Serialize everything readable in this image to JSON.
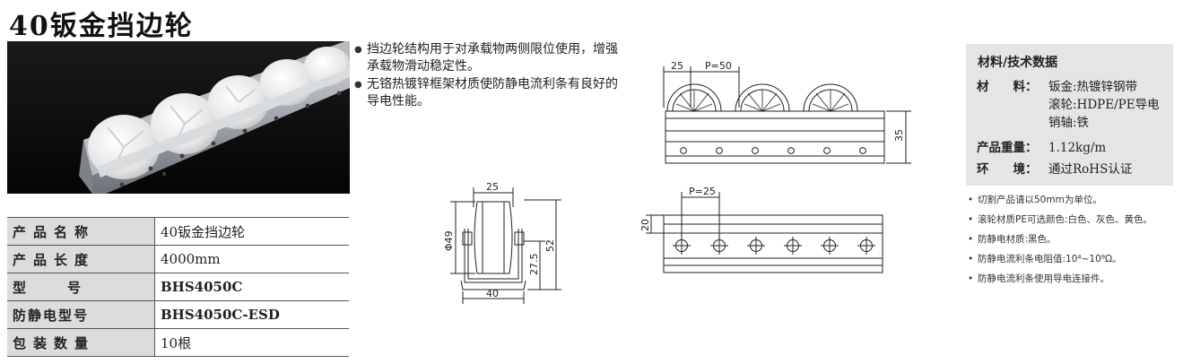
{
  "title": "40钣金挡边轮",
  "photo": {
    "icon": "roller-track-photo"
  },
  "bullets": [
    "挡边轮结构用于对承载物两侧限位使用，增强承载物滑动稳定性。",
    "无铬热镀锌框架材质使防静电流利条有良好的导电性能。"
  ],
  "spec_table": [
    {
      "label": "产品名称",
      "value": "40钣金挡边轮"
    },
    {
      "label": "产品长度",
      "value": "4000mm"
    },
    {
      "label": "型号",
      "value": "BHS4050C"
    },
    {
      "label": "防静电型号",
      "value": "BHS4050C-ESD"
    },
    {
      "label": "包装数量",
      "value": "10根"
    }
  ],
  "drawings": {
    "front": {
      "dim_top": "25",
      "dim_height": "52",
      "dim_inner": "27.5",
      "dim_bottom": "40",
      "dim_dia": "Φ49"
    },
    "side": {
      "dim_offset": "25",
      "dim_pitch": "P=50",
      "dim_height": "35"
    },
    "top": {
      "dim_pitch": "P=25",
      "dim_height": "20"
    }
  },
  "tech": {
    "title": "材料/技术数据",
    "material_label": "材　　料：",
    "material_values": [
      "钣金:热镀锌钢带",
      "滚轮:HDPE/PE导电",
      "销轴:铁"
    ],
    "weight_label": "产品重量：",
    "weight_value": "1.12kg/m",
    "env_label": "环　　境：",
    "env_value": "通过RoHS认证"
  },
  "notes": [
    "切割产品请以50mm为单位。",
    "滚轮材质PE可选颜色:白色、灰色、黄色。",
    "防静电材质:黑色。",
    "防静电流利条电阻值:10⁴~10⁹Ω。",
    "防静电流利条使用导电连接件。"
  ]
}
